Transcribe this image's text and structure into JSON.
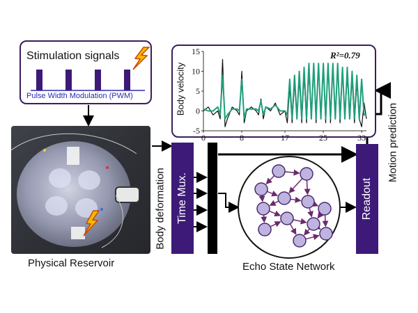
{
  "stimulation": {
    "title": "Stimulation signals",
    "pwm_label": "Pulse Width Modulation (PWM)",
    "pulse_count": 4
  },
  "reservoir": {
    "caption": "Physical Reservoir"
  },
  "links": {
    "body_deformation": "Body deformation",
    "motion_prediction": "Motion prediction"
  },
  "blocks": {
    "time_mux": "Time Mux.",
    "readout": "Readout"
  },
  "esn": {
    "caption": "Echo State Network",
    "node_count": 12
  },
  "chart_data": {
    "type": "line",
    "ylabel": "Body velocity",
    "annotation": "R²=0.79",
    "xlim": [
      0,
      34
    ],
    "ylim": [
      -5,
      15
    ],
    "xticks": [
      0,
      8,
      17,
      25,
      33
    ],
    "yticks": [
      -5,
      0,
      5,
      10,
      15
    ],
    "series": [
      {
        "color": "#111111",
        "x": [
          0,
          1,
          2,
          3,
          3.5,
          4,
          4.5,
          5,
          6,
          7,
          7.5,
          8,
          8.5,
          9,
          10,
          11,
          11.5,
          12,
          12.5,
          13,
          14,
          15,
          16,
          17,
          17.5,
          18,
          18.5,
          19,
          19.5,
          20,
          20.5,
          21,
          21.5,
          22,
          22.5,
          23,
          23.5,
          24,
          24.5,
          25,
          25.5,
          26,
          26.5,
          27,
          27.5,
          28,
          28.5,
          29,
          29.5,
          30,
          30.5,
          31,
          31.5,
          32,
          32.5,
          33,
          33.5,
          34
        ],
        "y": [
          0,
          1,
          -1,
          0,
          -2,
          13,
          -4,
          -2,
          1,
          0,
          -1,
          10,
          -3,
          0,
          1,
          0,
          -1,
          3,
          -2,
          1,
          0,
          2,
          -1,
          0,
          -3,
          6,
          -3,
          7,
          -2,
          8,
          -3,
          9,
          -3,
          10,
          -2,
          11,
          -3,
          12,
          -2,
          11,
          -3,
          12,
          -3,
          11,
          -2,
          12,
          -3,
          10,
          -2,
          9,
          -2,
          8,
          -3,
          7,
          -2,
          -4,
          2,
          -2
        ]
      },
      {
        "color": "#1f9e7a",
        "x": [
          0,
          1,
          2,
          3,
          3.5,
          4,
          4.5,
          5,
          6,
          7,
          7.5,
          8,
          8.5,
          9,
          10,
          11,
          11.5,
          12,
          12.5,
          13,
          14,
          15,
          16,
          17,
          17.5,
          18,
          18.5,
          19,
          19.5,
          20,
          20.5,
          21,
          21.5,
          22,
          22.5,
          23,
          23.5,
          24,
          24.5,
          25,
          25.5,
          26,
          26.5,
          27,
          27.5,
          28,
          28.5,
          29,
          29.5,
          30,
          30.5,
          31,
          31.5,
          32,
          32.5,
          33,
          33.5,
          34
        ],
        "y": [
          0.5,
          0,
          0,
          1,
          -1,
          9,
          -2,
          -1,
          0.5,
          0.5,
          0,
          8,
          -2,
          0.5,
          0.5,
          0.5,
          0,
          2.5,
          -1,
          1,
          0.5,
          1.5,
          0,
          0,
          -1,
          8,
          -2,
          9,
          -2,
          10,
          -2,
          11,
          -2,
          12,
          -2,
          12,
          -2,
          12,
          -2,
          12,
          -2,
          12,
          -2,
          12,
          -2,
          12,
          -2,
          11,
          -2,
          11,
          -2,
          10,
          -2,
          9,
          -2,
          8,
          -1,
          -1
        ]
      }
    ]
  }
}
